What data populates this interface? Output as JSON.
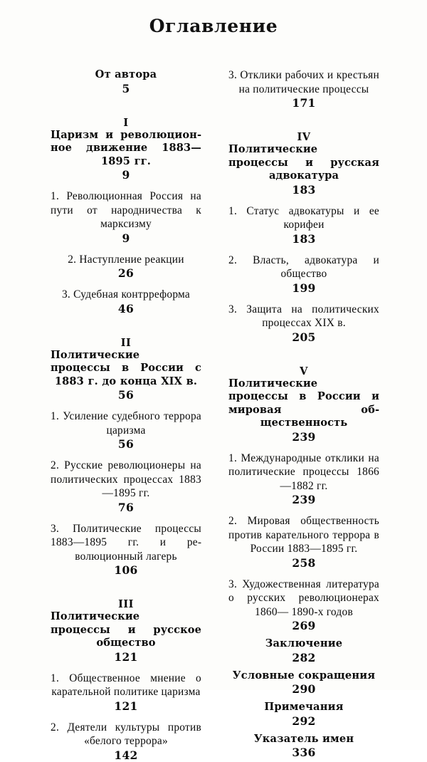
{
  "page": {
    "title": "Оглавление",
    "language": "ru",
    "text_color": "#0a0a0a",
    "background_color": "#fdfdfb"
  },
  "columns": {
    "left": {
      "entries": [
        {
          "kind": "front-matter",
          "title": "От автора",
          "page": "5"
        },
        {
          "kind": "part",
          "number": "I",
          "title": "Царизм и революцион­ное движение 1883— 1895 гг.",
          "page": "9"
        },
        {
          "kind": "chapter",
          "title": "1. Революционная Рос­сия на пути от народни­чества к марксизму",
          "page": "9"
        },
        {
          "kind": "chapter",
          "title": "2. Наступление реакции",
          "page": "26"
        },
        {
          "kind": "chapter",
          "title": "3. Судебная контррефор­ма",
          "page": "46"
        },
        {
          "kind": "part",
          "number": "II",
          "title": "Политические процессы в России с 1883 г. до кон­ца XIX в.",
          "page": "56"
        },
        {
          "kind": "chapter",
          "title": "1. Усиление судебного террора царизма",
          "page": "56"
        },
        {
          "kind": "chapter",
          "title": "2. Русские революционе­ры на политических про­цессах 1883—1895 гг.",
          "page": "76"
        },
        {
          "kind": "chapter",
          "title": "3. Политические процес­сы 1883—1895 гг. и ре­волюционный лагерь",
          "page": "106"
        },
        {
          "kind": "part",
          "number": "III",
          "title": "Политические процессы и русское общество",
          "page": "121"
        },
        {
          "kind": "chapter",
          "title": "1. Общественное мнение о карательной политике царизма",
          "page": "121"
        },
        {
          "kind": "chapter",
          "title": "2. Деятели культуры против «белого террора»",
          "page": "142"
        }
      ]
    },
    "right": {
      "entries": [
        {
          "kind": "chapter",
          "title": "3. Отклики рабочих и крестьян на политические процессы",
          "page": "171"
        },
        {
          "kind": "part",
          "number": "IV",
          "title": "Политические процессы и русская адвокатура",
          "page": "183"
        },
        {
          "kind": "chapter",
          "title": "1. Статус адвокатуры и ее корифеи",
          "page": "183"
        },
        {
          "kind": "chapter",
          "title": "2. Власть, адвокатура и общество",
          "page": "199"
        },
        {
          "kind": "chapter",
          "title": "3. Защита на политиче­ских процессах XIX в.",
          "page": "205"
        },
        {
          "kind": "part",
          "number": "V",
          "title": "Политические процессы в России и мировая об­щественность",
          "page": "239"
        },
        {
          "kind": "chapter",
          "title": "1. Международные от­клики на политические процессы 1866—1882 гг.",
          "page": "239"
        },
        {
          "kind": "chapter",
          "title": "2. Мировая обществен­ность против каратель­ного террора в России 1883—1895 гг.",
          "page": "258"
        },
        {
          "kind": "chapter",
          "title": "3. Художественная ли­тература о русских рево­люционерах 1860— 1890-х годов",
          "page": "269"
        },
        {
          "kind": "back-matter",
          "title": "Заключение",
          "page": "282"
        },
        {
          "kind": "back-matter",
          "title": "Условные сокращения",
          "page": "290"
        },
        {
          "kind": "back-matter",
          "title": "Примечания",
          "page": "292"
        },
        {
          "kind": "back-matter",
          "title": "Указатель имен",
          "page": "336"
        }
      ]
    }
  }
}
